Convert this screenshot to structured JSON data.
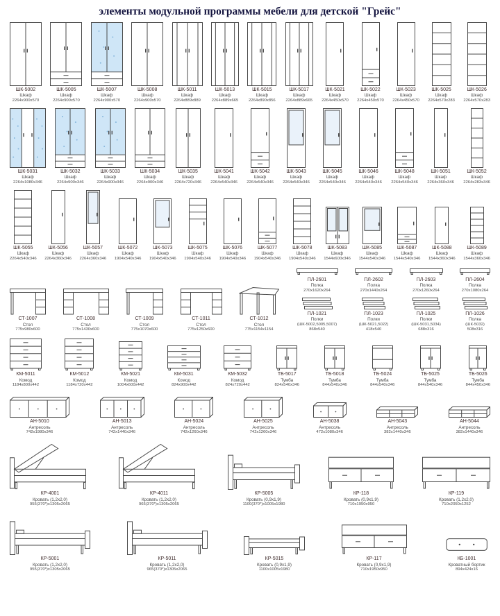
{
  "page_title": "элементы модульной программы мебели для детской \"Грейс\"",
  "colors": {
    "line": "#4a4a4a",
    "mirror": "#cfe6f7",
    "mirror_dot": "#86b7dd",
    "glass": "#eaf2fa",
    "text": "#3d3d3d",
    "title": "#14143f"
  },
  "sections": [
    {
      "name": "wardrobes-tall-1",
      "artH": 92,
      "items": [
        {
          "code": "ШК-5002",
          "type": "Шкаф",
          "dims": "2264x900x570",
          "glyph": "w2",
          "aw": 46
        },
        {
          "code": "ШК-5005",
          "type": "Шкаф",
          "dims": "2264x900x570",
          "glyph": "w2d",
          "aw": 46
        },
        {
          "code": "ШК-5007",
          "type": "Шкаф",
          "dims": "2264x900x570",
          "glyph": "w2md",
          "aw": 46
        },
        {
          "code": "ШК-5008",
          "type": "Шкаф",
          "dims": "2264x900x570",
          "glyph": "w2",
          "aw": 46
        },
        {
          "code": "ШК-5011",
          "type": "Шкаф",
          "dims": "2264x889x889",
          "glyph": "corner",
          "aw": 44
        },
        {
          "code": "ШК-5013",
          "type": "Шкаф",
          "dims": "2264x889x665",
          "glyph": "corner",
          "aw": 40
        },
        {
          "code": "ШК-5015",
          "type": "Шкаф",
          "dims": "2264x890x856",
          "glyph": "corner",
          "aw": 42
        },
        {
          "code": "ШК-5017",
          "type": "Шкаф",
          "dims": "2264x889x665",
          "glyph": "corner",
          "aw": 40
        },
        {
          "code": "ШК-5021",
          "type": "Шкаф",
          "dims": "2264x450x570",
          "glyph": "w1",
          "aw": 26
        },
        {
          "code": "ШК-5022",
          "type": "Шкаф",
          "dims": "2264x450x570",
          "glyph": "w1d",
          "aw": 26
        },
        {
          "code": "ШК-5023",
          "type": "Шкаф",
          "dims": "2264x450x570",
          "glyph": "w1",
          "aw": 26
        },
        {
          "code": "ШК-5025",
          "type": "Шкаф",
          "dims": "2264x570x283",
          "glyph": "shelf",
          "aw": 28
        },
        {
          "code": "ШК-5026",
          "type": "Шкаф",
          "dims": "2264x570x283",
          "glyph": "shelf",
          "aw": 28
        }
      ]
    },
    {
      "name": "wardrobes-tall-2",
      "artH": 86,
      "items": [
        {
          "code": "ШК-5031",
          "type": "Шкаф",
          "dims": "2264x1080x346",
          "glyph": "w3m",
          "aw": 52
        },
        {
          "code": "ШК-5032",
          "type": "Шкаф",
          "dims": "2264x900x346",
          "glyph": "w2md",
          "aw": 44
        },
        {
          "code": "ШК-5033",
          "type": "Шкаф",
          "dims": "2264x900x346",
          "glyph": "w2md",
          "aw": 44
        },
        {
          "code": "ШК-5034",
          "type": "Шкаф",
          "dims": "2264x900x346",
          "glyph": "w2d",
          "aw": 44
        },
        {
          "code": "ШК-5035",
          "type": "Шкаф",
          "dims": "2264x720x346",
          "glyph": "w2",
          "aw": 36
        },
        {
          "code": "ШК-5041",
          "type": "Шкаф",
          "dims": "2264x540x346",
          "glyph": "w1",
          "aw": 27
        },
        {
          "code": "ШК-5042",
          "type": "Шкаф",
          "dims": "2264x540x346",
          "glyph": "w1d",
          "aw": 27
        },
        {
          "code": "ШК-5043",
          "type": "Шкаф",
          "dims": "2264x540x346",
          "glyph": "w1g",
          "aw": 27
        },
        {
          "code": "ШК-5045",
          "type": "Шкаф",
          "dims": "2264x540x346",
          "glyph": "w1g",
          "aw": 27
        },
        {
          "code": "ШК-5046",
          "type": "Шкаф",
          "dims": "2264x540x346",
          "glyph": "w1",
          "aw": 27
        },
        {
          "code": "ШК-5048",
          "type": "Шкаф",
          "dims": "2264x540x346",
          "glyph": "w1d",
          "aw": 27
        },
        {
          "code": "ШК-5051",
          "type": "Шкаф",
          "dims": "2264x360x346",
          "glyph": "w1",
          "aw": 20
        },
        {
          "code": "ШК-5052",
          "type": "Шкаф",
          "dims": "2264x283x346",
          "glyph": "shelf",
          "aw": 18
        }
      ]
    },
    {
      "name": "wardrobes-mixed-3",
      "artH": 78,
      "items": [
        {
          "code": "ШК-5055",
          "type": "Шкаф",
          "dims": "2264x540x346",
          "glyph": "shelf",
          "aw": 26,
          "ah": 78
        },
        {
          "code": "ШК-5056",
          "type": "Шкаф",
          "dims": "2264x360x346",
          "glyph": "w1",
          "aw": 20,
          "ah": 78
        },
        {
          "code": "ШК-5057",
          "type": "Шкаф",
          "dims": "2264x360x346",
          "glyph": "w1g",
          "aw": 20,
          "ah": 78
        },
        {
          "code": "ШК-5072",
          "type": "Шкаф",
          "dims": "1904x540x346",
          "glyph": "w1",
          "aw": 26,
          "ah": 66
        },
        {
          "code": "ШК-5073",
          "type": "Шкаф",
          "dims": "1904x540x346",
          "glyph": "w1g",
          "aw": 26,
          "ah": 66
        },
        {
          "code": "ШК-5075",
          "type": "Шкаф",
          "dims": "1904x540x346",
          "glyph": "combo",
          "aw": 26,
          "ah": 66
        },
        {
          "code": "ШК-5076",
          "type": "Шкаф",
          "dims": "1904x540x346",
          "glyph": "w1",
          "aw": 26,
          "ah": 66
        },
        {
          "code": "ШК-5077",
          "type": "Шкаф",
          "dims": "1904x540x346",
          "glyph": "w1d",
          "aw": 26,
          "ah": 66
        },
        {
          "code": "ШК-5078",
          "type": "Шкаф",
          "dims": "1904x540x346",
          "glyph": "shelf",
          "aw": 26,
          "ah": 66
        },
        {
          "code": "ШК-5083",
          "type": "Шкаф",
          "dims": "1544x600x346",
          "glyph": "w2g",
          "aw": 34,
          "ah": 54
        },
        {
          "code": "ШК-5085",
          "type": "Шкаф",
          "dims": "1544x540x346",
          "glyph": "w1g",
          "aw": 28,
          "ah": 54
        },
        {
          "code": "ШК-5087",
          "type": "Шкаф",
          "dims": "1544x540x346",
          "glyph": "w1d",
          "aw": 28,
          "ah": 54
        },
        {
          "code": "ШК-5088",
          "type": "Шкаф",
          "dims": "1544x360x346",
          "glyph": "w1",
          "aw": 20,
          "ah": 54
        },
        {
          "code": "ШК-5089",
          "type": "Шкаф",
          "dims": "1544x360x346",
          "glyph": "shelf",
          "aw": 20,
          "ah": 54
        }
      ]
    },
    {
      "name": "desks-and-shelves",
      "artH": 42,
      "items": [
        {
          "code": "СТ-1007",
          "type": "Стол",
          "dims": "775x980x600",
          "glyph": "desk",
          "aw": 52,
          "ah": 38
        },
        {
          "code": "СТ-1008",
          "type": "Стол",
          "dims": "775x1430x600",
          "glyph": "desk2",
          "aw": 66,
          "ah": 38
        },
        {
          "code": "СТ-1009",
          "type": "Стол",
          "dims": "775x1070x600",
          "glyph": "desk",
          "aw": 54,
          "ah": 38
        },
        {
          "code": "СТ-1011",
          "type": "Стол",
          "dims": "775x1250x600",
          "glyph": "desk2",
          "aw": 60,
          "ah": 38
        },
        {
          "code": "СТ-1012",
          "type": "Стол",
          "dims": "775x1154x1154",
          "glyph": "desk-corner",
          "aw": 58,
          "ah": 40
        },
        {
          "stack": [
            {
              "code": "ПЛ-2601",
              "type": "Полка",
              "dims": "270x1620x264",
              "glyph": "wallshelf",
              "aw": 60,
              "ah": 12
            },
            {
              "code": "ПЛ-1021",
              "type": "Полки",
              "note": "(ШК-5002,5005,5007)",
              "dims": "868x540",
              "glyph": "panels",
              "aw": 44,
              "ah": 18
            }
          ]
        },
        {
          "stack": [
            {
              "code": "ПЛ-2602",
              "type": "Полка",
              "dims": "270x1440x264",
              "glyph": "wallshelf",
              "aw": 54,
              "ah": 12
            },
            {
              "code": "ПЛ-1023",
              "type": "Полки",
              "note": "(ШК-5021,5022)",
              "dims": "418x540",
              "glyph": "panels",
              "aw": 34,
              "ah": 18
            }
          ]
        },
        {
          "stack": [
            {
              "code": "ПЛ-2603",
              "type": "Полка",
              "dims": "270x1260x264",
              "glyph": "wallshelf",
              "aw": 48,
              "ah": 12
            },
            {
              "code": "ПЛ-1025",
              "type": "Полки",
              "note": "(ШК-5031,5034)",
              "dims": "688x316",
              "glyph": "panels",
              "aw": 40,
              "ah": 18
            }
          ]
        },
        {
          "stack": [
            {
              "code": "ПЛ-2604",
              "type": "Полка",
              "dims": "270x1080x264",
              "glyph": "wallshelf",
              "aw": 44,
              "ah": 12
            },
            {
              "code": "ПЛ-1026",
              "type": "Полка",
              "note": "(ШК-5032)",
              "dims": "508x316",
              "glyph": "panels",
              "aw": 36,
              "ah": 18
            }
          ]
        }
      ]
    },
    {
      "name": "dressers-and-cabinets",
      "artH": 48,
      "items": [
        {
          "code": "КМ-5011",
          "type": "Комод",
          "dims": "1184x800x442",
          "glyph": "chest4",
          "aw": 46,
          "ah": 46
        },
        {
          "code": "КМ-5012",
          "type": "Комод",
          "dims": "1184x720x442",
          "glyph": "chest4",
          "aw": 42,
          "ah": 46
        },
        {
          "code": "КМ-5021",
          "type": "Комод",
          "dims": "1004x600x442",
          "glyph": "chest4",
          "aw": 34,
          "ah": 42
        },
        {
          "code": "КМ-5031",
          "type": "Комод",
          "dims": "824x900x442",
          "glyph": "chest4",
          "aw": 48,
          "ah": 36
        },
        {
          "code": "КМ-5032",
          "type": "Комод",
          "dims": "824x720x442",
          "glyph": "chest3",
          "aw": 40,
          "ah": 36
        },
        {
          "code": "ТБ-5017",
          "type": "Тумба",
          "dims": "824x540x346",
          "glyph": "tumba",
          "aw": 30,
          "ah": 36
        },
        {
          "code": "ТБ-5018",
          "type": "Тумба",
          "dims": "844x540x346",
          "glyph": "tumba",
          "aw": 30,
          "ah": 36
        },
        {
          "code": "ТБ-5024",
          "type": "Тумба",
          "dims": "844x540x346",
          "glyph": "tumba-open",
          "aw": 30,
          "ah": 36
        },
        {
          "code": "ТБ-5025",
          "type": "Тумба",
          "dims": "844x540x346",
          "glyph": "tumba",
          "aw": 30,
          "ah": 36
        },
        {
          "code": "ТБ-5026",
          "type": "Тумба",
          "dims": "844x450x346",
          "glyph": "tumba",
          "aw": 26,
          "ah": 36
        }
      ]
    },
    {
      "name": "mezzanines",
      "artH": 36,
      "items": [
        {
          "code": "АН-5010",
          "type": "Антресоль",
          "dims": "742x1980x346",
          "glyph": "antresol3",
          "aw": 86,
          "ah": 30
        },
        {
          "code": "АН-5013",
          "type": "Антресоль",
          "dims": "742x1440x346",
          "glyph": "antresol3",
          "aw": 64,
          "ah": 30
        },
        {
          "code": "АН-5024",
          "type": "Антресоль",
          "dims": "742x1260x346",
          "glyph": "antresol2",
          "aw": 56,
          "ah": 30
        },
        {
          "code": "АН-5025",
          "type": "Антресоль",
          "dims": "742x1260x346",
          "glyph": "antresol2",
          "aw": 56,
          "ah": 30
        },
        {
          "code": "АН-5038",
          "type": "Антресоль",
          "dims": "472x1080x346",
          "glyph": "antresol2",
          "aw": 48,
          "ah": 22
        },
        {
          "code": "АН-5043",
          "type": "Антресоль",
          "dims": "382x1440x346",
          "glyph": "antresol-open",
          "aw": 60,
          "ah": 16
        },
        {
          "code": "АН-5044",
          "type": "Антресоль",
          "dims": "382x1440x346",
          "glyph": "antresol-open",
          "aw": 60,
          "ah": 16
        }
      ]
    },
    {
      "name": "beds-1",
      "artH": 72,
      "items": [
        {
          "code": "КР-4001",
          "type": "Кровать (1,2x2,0)",
          "dims": "955(370*)x1305x2065",
          "glyph": "bed-open",
          "aw": 116,
          "ah": 66
        },
        {
          "code": "КР-4011",
          "type": "Кровать (1,2x2,0)",
          "dims": "965(370*)x1305x2065",
          "glyph": "bed-open",
          "aw": 116,
          "ah": 66
        },
        {
          "code": "КР-5005",
          "type": "Кровать (0,9x1,9)",
          "dims": "1100(370*)x1005x1980",
          "glyph": "bed",
          "aw": 104,
          "ah": 58
        },
        {
          "code": "КР-118",
          "type": "Кровать (0,9x1,9)",
          "dims": "710x1950x950",
          "glyph": "sofa-bed",
          "aw": 94,
          "ah": 52
        },
        {
          "code": "КР-119",
          "type": "Кровать (1,2x2,0)",
          "dims": "710x2050x1252",
          "glyph": "sofa-bed",
          "aw": 98,
          "ah": 52
        }
      ]
    },
    {
      "name": "beds-2",
      "artH": 62,
      "items": [
        {
          "code": "КР-5001",
          "type": "Кровать (1,2x2,0)",
          "dims": "955(370*)x1305x2065",
          "glyph": "bed",
          "aw": 116,
          "ah": 56
        },
        {
          "code": "КР-5011",
          "type": "Кровать (1,2x2,0)",
          "dims": "965(370*)x1305x2065",
          "glyph": "bed",
          "aw": 116,
          "ah": 56
        },
        {
          "code": "КР-5015",
          "type": "Кровать (0,9x1,9)",
          "dims": "1100x1005x1980",
          "glyph": "bed-simple",
          "aw": 88,
          "ah": 42
        },
        {
          "code": "КР-117",
          "type": "Кровать (0,9x1,9)",
          "dims": "710x1950x950",
          "glyph": "sofa-bed",
          "aw": 94,
          "ah": 48
        },
        {
          "code": "КБ-1001",
          "type": "Кроватный бортик",
          "dims": "894x424x16",
          "glyph": "board",
          "aw": 68,
          "ah": 30
        }
      ]
    }
  ]
}
